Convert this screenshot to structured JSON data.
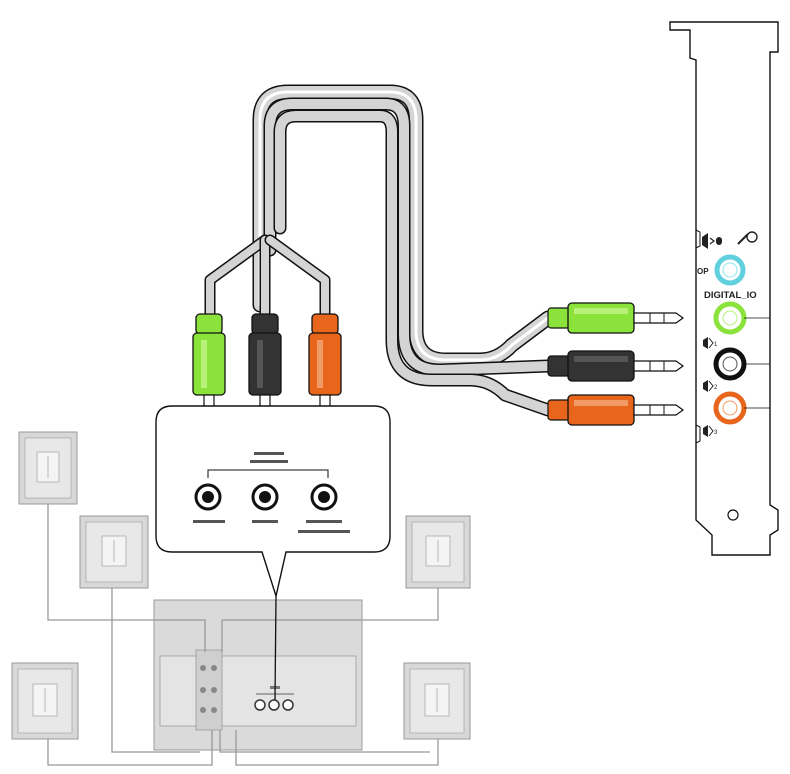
{
  "card": {
    "digital_label": "DIGITAL_IO",
    "port_labels": [
      "1",
      "2",
      "3"
    ],
    "optical_label": "OP"
  },
  "colors": {
    "green": "#8ae23a",
    "black": "#333333",
    "orange": "#e8661c",
    "cyan": "#5fd0dc",
    "cable": "#c8c8c8",
    "speaker_box": "#d6d6d6"
  }
}
